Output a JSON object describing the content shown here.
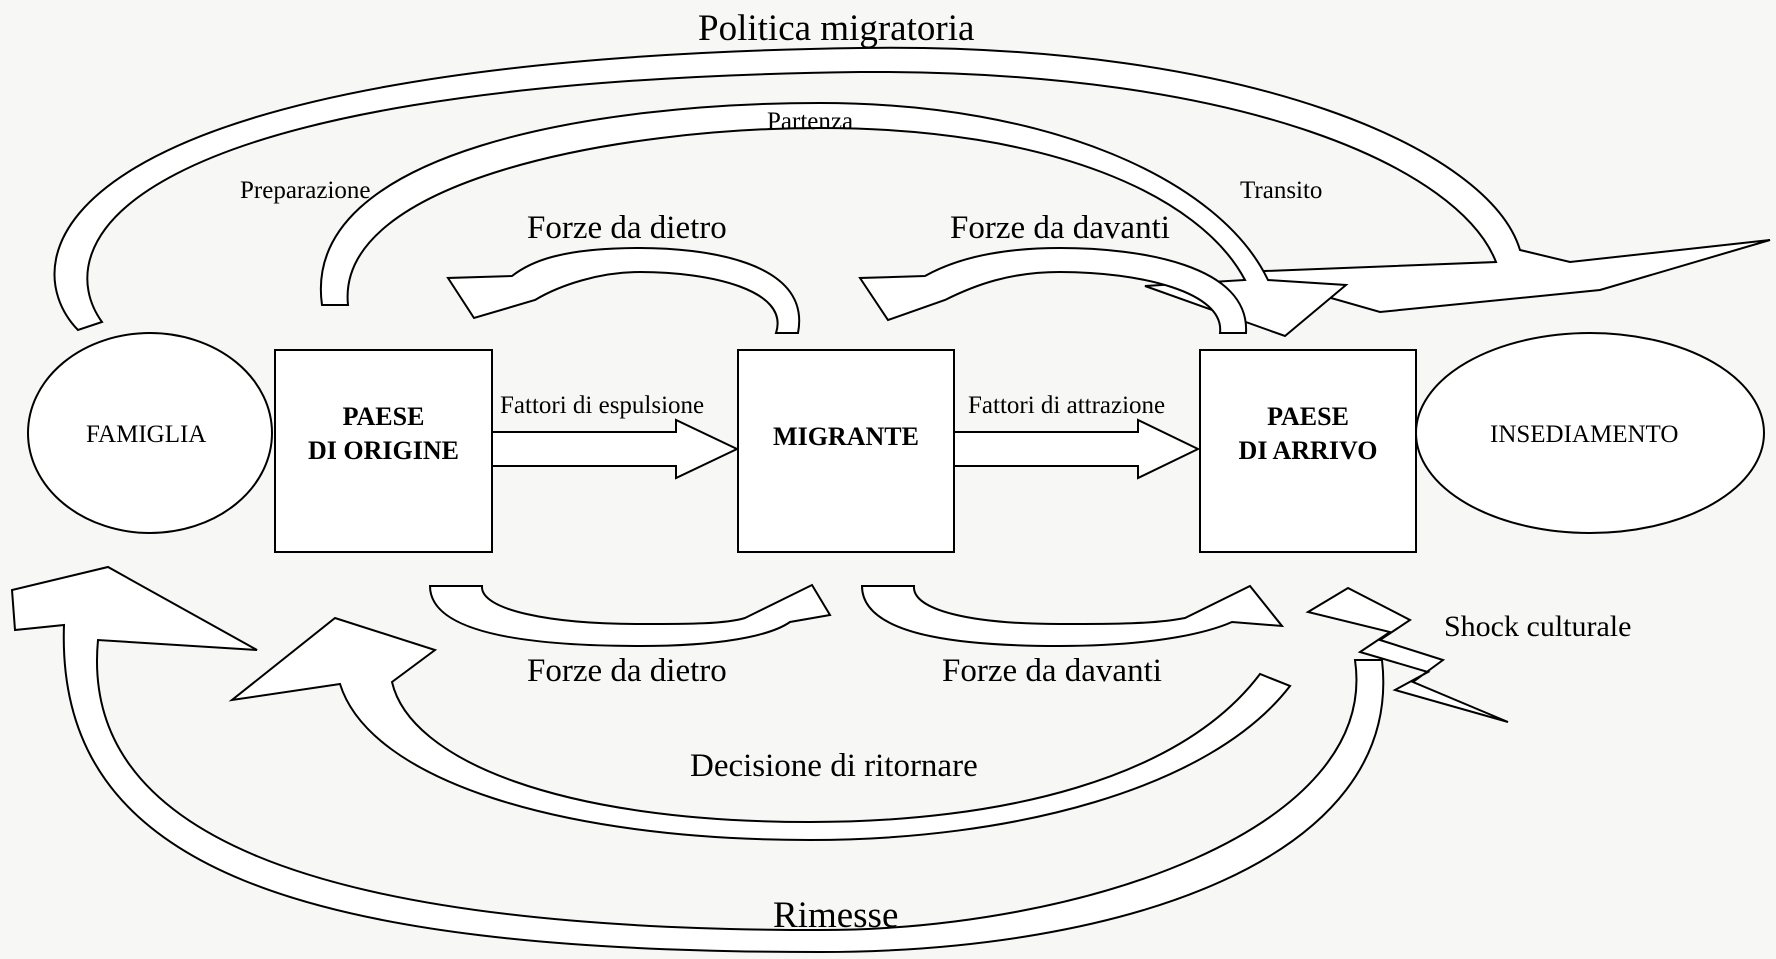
{
  "top": {
    "policy_label": "Politica migratoria",
    "departure_label": "Partenza",
    "preparation_label": "Preparazione",
    "transit_label": "Transito",
    "forces_behind_label": "Forze da dietro",
    "forces_front_label": "Forze da davanti"
  },
  "nodes": {
    "family": "FAMIGLIA",
    "origin_line1": "PAESE",
    "origin_line2": "DI ORIGINE",
    "migrant": "MIGRANTE",
    "arrival_line1": "PAESE",
    "arrival_line2": "DI ARRIVO",
    "settlement": "INSEDIAMENTO"
  },
  "middle": {
    "push_label": "Fattori di espulsione",
    "pull_label": "Fattori di attrazione"
  },
  "bottom": {
    "forces_behind_label": "Forze da dietro",
    "forces_front_label": "Forze da davanti",
    "culture_shock_label": "Shock culturale",
    "return_label": "Decisione di ritornare",
    "remittances_label": "Rimesse"
  },
  "colors": {
    "background": "#f7f7f5",
    "stroke": "#000000",
    "fill": "#ffffff"
  }
}
